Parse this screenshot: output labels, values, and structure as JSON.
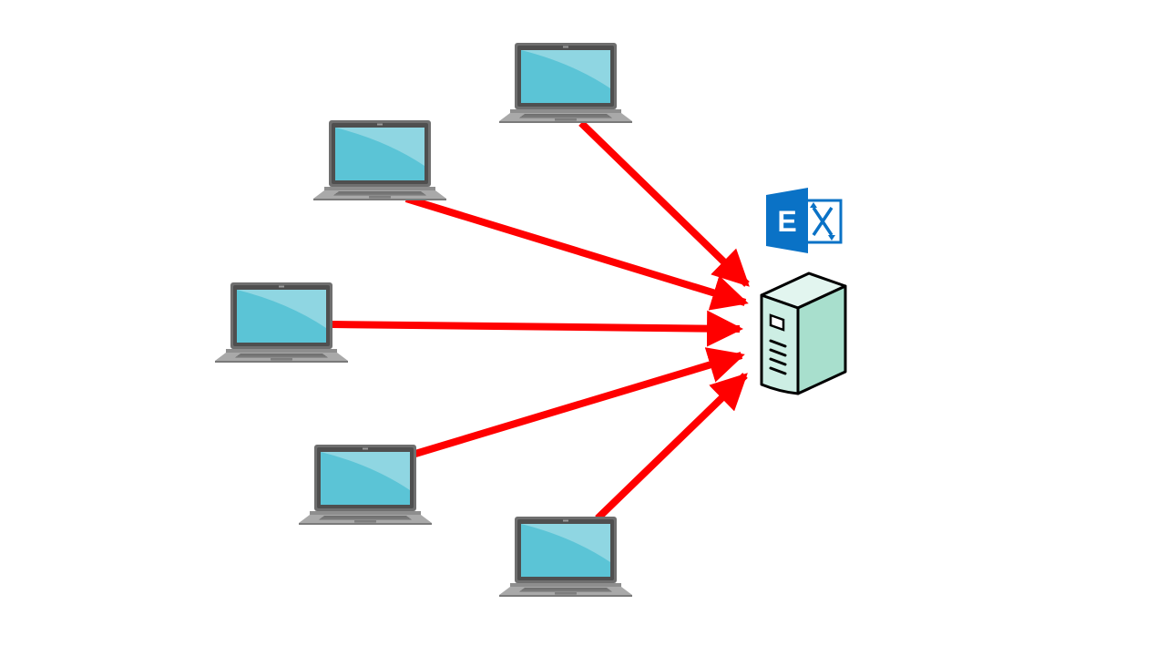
{
  "diagram": {
    "type": "network-topology",
    "description_visible": "",
    "colors": {
      "background": "#ffffff",
      "arrow": "#ff0000",
      "laptop_body": "#7a7a7a",
      "laptop_bezel": "#555555",
      "laptop_screen": "#5bc4d6",
      "laptop_screen_glare": "#8fd6e2",
      "laptop_base": "#a9a9a9",
      "keyboard": "#6e6e6e",
      "server_body": "#bfe8dc",
      "server_body_light": "#e2f5ef",
      "server_outline": "#000000",
      "exchange_blue": "#0a72c6",
      "exchange_blue_dark": "#0759a1"
    },
    "nodes": [
      {
        "id": "laptop-1",
        "kind": "laptop",
        "icon": "laptop-icon",
        "label": ""
      },
      {
        "id": "laptop-2",
        "kind": "laptop",
        "icon": "laptop-icon",
        "label": ""
      },
      {
        "id": "laptop-3",
        "kind": "laptop",
        "icon": "laptop-icon",
        "label": ""
      },
      {
        "id": "laptop-4",
        "kind": "laptop",
        "icon": "laptop-icon",
        "label": ""
      },
      {
        "id": "laptop-5",
        "kind": "laptop",
        "icon": "laptop-icon",
        "label": ""
      },
      {
        "id": "server",
        "kind": "server",
        "icon": "server-tower-icon",
        "label": ""
      },
      {
        "id": "exchange-logo",
        "kind": "logo",
        "icon": "microsoft-exchange-logo-icon",
        "logo_text": "E"
      }
    ],
    "edges": [
      {
        "from": "laptop-1",
        "to": "server",
        "directed": true
      },
      {
        "from": "laptop-2",
        "to": "server",
        "directed": true
      },
      {
        "from": "laptop-3",
        "to": "server",
        "directed": true
      },
      {
        "from": "laptop-4",
        "to": "server",
        "directed": true
      },
      {
        "from": "laptop-5",
        "to": "server",
        "directed": true
      }
    ]
  }
}
